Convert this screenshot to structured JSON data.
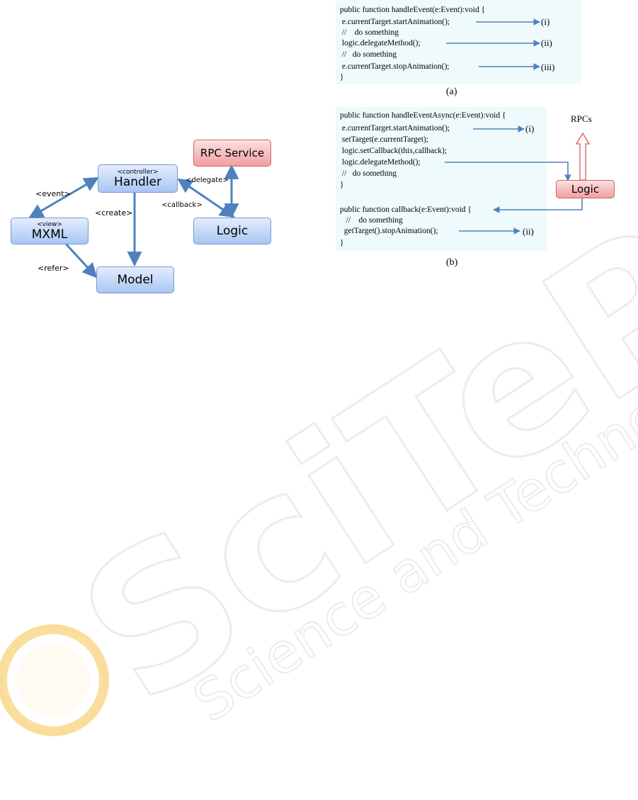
{
  "diagram_left": {
    "nodes": {
      "rpc_service": {
        "name": "RPC Service"
      },
      "handler": {
        "stereotype": "<controller>",
        "name": "Handler"
      },
      "mxml": {
        "stereotype": "<view>",
        "name": "MXML"
      },
      "logic": {
        "name": "Logic"
      },
      "model": {
        "name": "Model"
      }
    },
    "edge_labels": {
      "event": "<event>",
      "create": "<create>",
      "delegate": "<delegate>",
      "callback": "<callback>",
      "refer": "<refer>"
    }
  },
  "panel_a": {
    "lines": [
      "public function handleEvent(e:Event):void {",
      " e.currentTarget.startAnimation();",
      " //    do something",
      " logic.delegateMethod();",
      " //   do something",
      " e.currentTarget.stopAnimation();",
      "}"
    ],
    "tags": [
      "(i)",
      "(ii)",
      "(iii)"
    ],
    "caption": "(a)"
  },
  "panel_b": {
    "lines": [
      "public function handleEventAsync(e:Event):void {",
      " e.currentTarget.startAnimation();",
      " setTarget(e.currentTarget);",
      " logic.setCallback(this,callback);",
      " logic.delegateMethod();",
      " //   do something",
      "}",
      "",
      "public function callback(e:Event):void {",
      "   //    do something",
      "  getTarget().stopAnimation();",
      "}"
    ],
    "tags": [
      "(i)",
      "(ii)"
    ],
    "logic_label": "Logic",
    "rpcs_label": "RPCs",
    "caption": "(b)"
  },
  "watermark": {
    "brand": "SciTePress",
    "tagline": "Science and Technology Publications"
  },
  "colors": {
    "arrow_blue": "#4f81bd",
    "code_bg": "#eefafc",
    "node_blue": "#c3d6f6",
    "node_red": "#f6b4b4"
  }
}
